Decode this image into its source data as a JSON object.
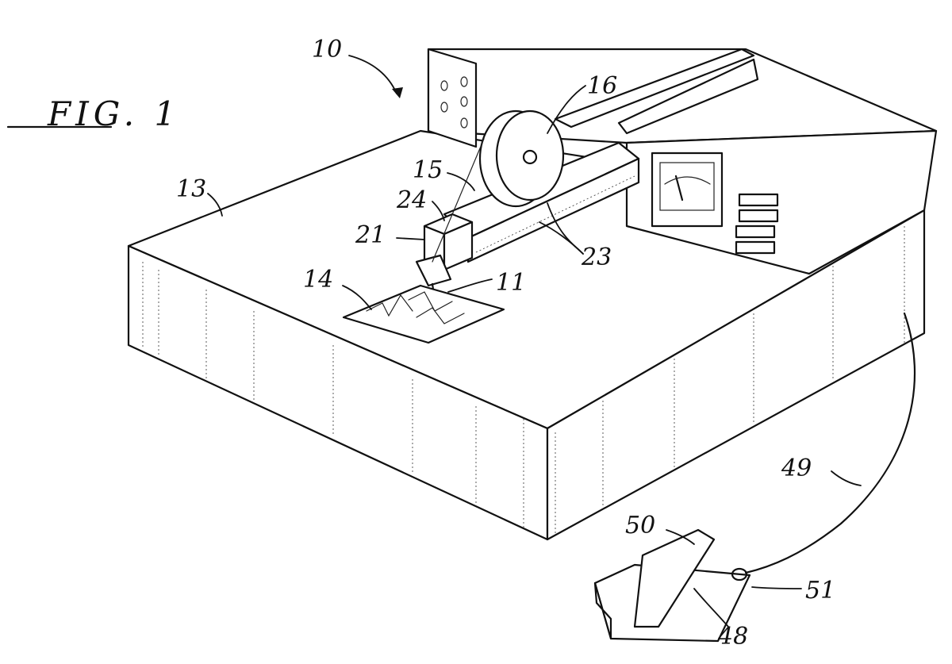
{
  "figure": {
    "title": "FIG. 1"
  },
  "labels": {
    "ref_10": "10",
    "ref_16": "16",
    "ref_13": "13",
    "ref_15": "15",
    "ref_24": "24",
    "ref_21": "21",
    "ref_23": "23",
    "ref_14": "14",
    "ref_11": "11",
    "ref_49": "49",
    "ref_50": "50",
    "ref_51": "51",
    "ref_48": "48"
  },
  "style": {
    "ink_color": "#111111",
    "paper_color": "#ffffff"
  }
}
